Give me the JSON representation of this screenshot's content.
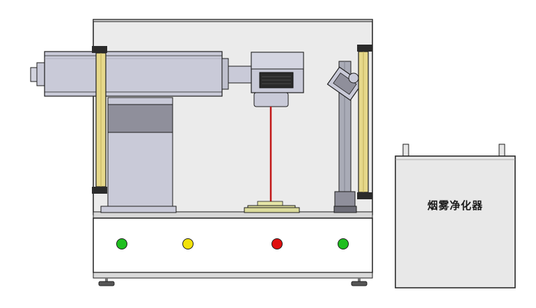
{
  "fume_extractor": {
    "label": "烟雾净化器"
  },
  "indicator_lights": [
    {
      "name": "green",
      "color": "#1fbf1f"
    },
    {
      "name": "yellow",
      "color": "#f2e20a"
    },
    {
      "name": "red",
      "color": "#e01010"
    },
    {
      "name": "green",
      "color": "#1fbf1f"
    }
  ],
  "colors": {
    "cabinet_interior": "#ebebeb",
    "machine_part": "#c9cad8",
    "light_curtain": "#e6d88a",
    "laser_beam": "#c21818",
    "fixture": "#dcdc9c",
    "outline": "#1e1e1e"
  }
}
